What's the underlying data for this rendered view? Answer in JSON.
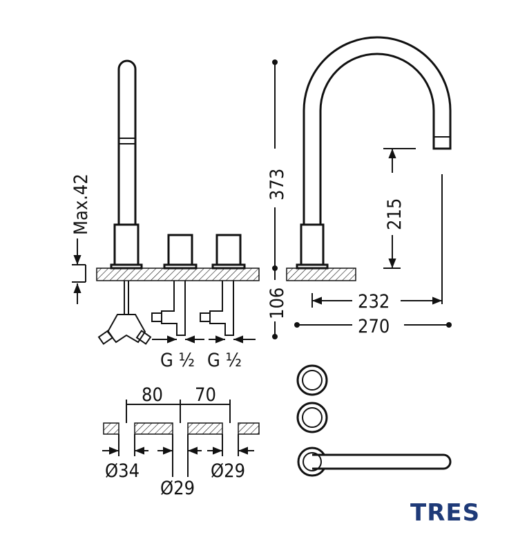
{
  "dimensions": {
    "max_depth": "Max.42",
    "height_total": "373",
    "below_counter": "106",
    "spout_height": "215",
    "spout_reach": "232",
    "overall_width": "270",
    "thread_left": "G ½",
    "thread_right": "G ½",
    "spacing_left": "80",
    "spacing_right": "70",
    "hole_spout": "Ø34",
    "hole_middle": "Ø29",
    "hole_right": "Ø29"
  },
  "logo": {
    "text": "TRES",
    "color": "#1e3a78"
  }
}
